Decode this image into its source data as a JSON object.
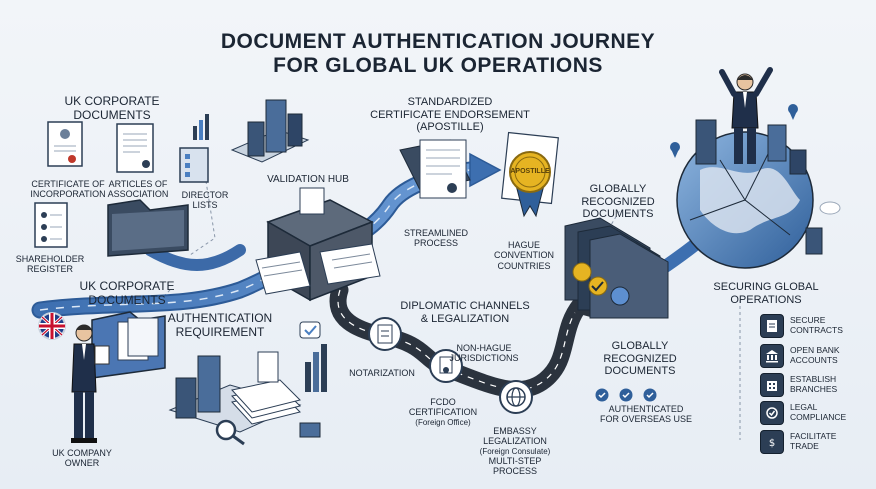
{
  "title": {
    "line1": "DOCUMENT AUTHENTICATION JOURNEY",
    "line2": "FOR GLOBAL UK OPERATIONS"
  },
  "uk_docs_top": {
    "heading_line1": "UK CORPORATE",
    "heading_line2": "DOCUMENTS",
    "cert_line1": "CERTIFICATE OF",
    "cert_line2": "INCORPORATION",
    "articles_line1": "ARTICLES OF",
    "articles_line2": "ASSOCIATION",
    "director_line1": "DIRECTOR",
    "director_line2": "LISTS",
    "shareholder_line1": "SHAREHOLDER",
    "shareholder_line2": "REGISTER"
  },
  "uk_docs_mid": {
    "line1": "UK CORPORATE",
    "line2": "DOCUMENTS"
  },
  "auth_requirement": {
    "line1": "AUTHENTICATION",
    "line2": "REQUIREMENT"
  },
  "owner": {
    "line1": "UK COMPANY",
    "line2": "OWNER"
  },
  "validation_hub": "VALIDATION HUB",
  "apostille": {
    "line1": "STANDARDIZED",
    "line2": "CERTIFICATE ENDORSEMENT",
    "line3": "(APOSTILLE)",
    "seal": "APOSTILLE",
    "streamlined_line1": "STREAMLINED",
    "streamlined_line2": "PROCESS",
    "hague_line1": "HAGUE",
    "hague_line2": "CONVENTION",
    "hague_line3": "COUNTRIES"
  },
  "diplomatic": {
    "line1": "DIPLOMATIC CHANNELS",
    "line2": "& LEGALIZATION",
    "non_hague_line1": "NON-HAGUE",
    "non_hague_line2": "JURISDICTIONS",
    "notarization": "NOTARIZATION",
    "fcdo_line1": "FCDO",
    "fcdo_line2": "CERTIFICATION",
    "fcdo_note": "(Foreign Office)",
    "embassy_line1": "EMBASSY",
    "embassy_line2": "LEGALIZATION",
    "embassy_note": "(Foreign Consulate)",
    "multistep_line1": "MULTI-STEP",
    "multistep_line2": "PROCESS"
  },
  "globally_top": {
    "line1": "GLOBALLY",
    "line2": "RECOGNIZED",
    "line3": "DOCUMENTS"
  },
  "globally_mid": {
    "line1": "GLOBALLY",
    "line2": "RECOGNIZED",
    "line3": "DOCUMENTS",
    "sub_line1": "AUTHENTICATED",
    "sub_line2": "FOR OVERSEAS USE"
  },
  "securing": {
    "line1": "SECURING GLOBAL",
    "line2": "OPERATIONS",
    "items": [
      {
        "line1": "SECURE",
        "line2": "CONTRACTS",
        "icon": "contract-icon"
      },
      {
        "line1": "OPEN BANK",
        "line2": "ACCOUNTS",
        "icon": "bank-icon"
      },
      {
        "line1": "ESTABLISH",
        "line2": "BRANCHES",
        "icon": "building-icon"
      },
      {
        "line1": "LEGAL",
        "line2": "COMPLIANCE",
        "icon": "compliance-icon"
      },
      {
        "line1": "FACILITATE",
        "line2": "TRADE",
        "icon": "trade-icon"
      }
    ]
  },
  "colors": {
    "path_blue": "#4a7fc1",
    "road_dark": "#3a4452",
    "navy": "#243447",
    "gold": "#e6b422"
  }
}
